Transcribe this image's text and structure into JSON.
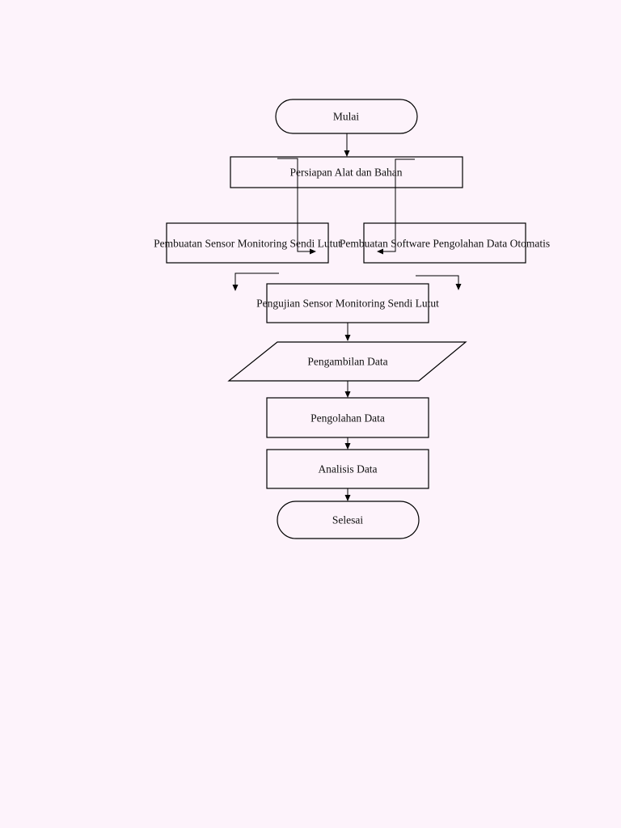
{
  "diagram": {
    "nodes": {
      "start": "Mulai",
      "prepare": "Persiapan Alat dan Bahan",
      "sensor_build": "Pembuatan Sensor Monitoring Sendi Lutut",
      "software_build": "Pembuatan Software Pengolahan Data Otomatis",
      "sensor_test": "Pengujian Sensor Monitoring Sendi Lutut",
      "data_collection": "Pengambilan Data",
      "data_processing": "Pengolahan Data",
      "data_analysis": "Analisis Data",
      "end": "Selesai"
    },
    "colors": {
      "line": "#000000",
      "shape_fill": "#fdf3fb",
      "background": "#fdf3fb"
    }
  }
}
